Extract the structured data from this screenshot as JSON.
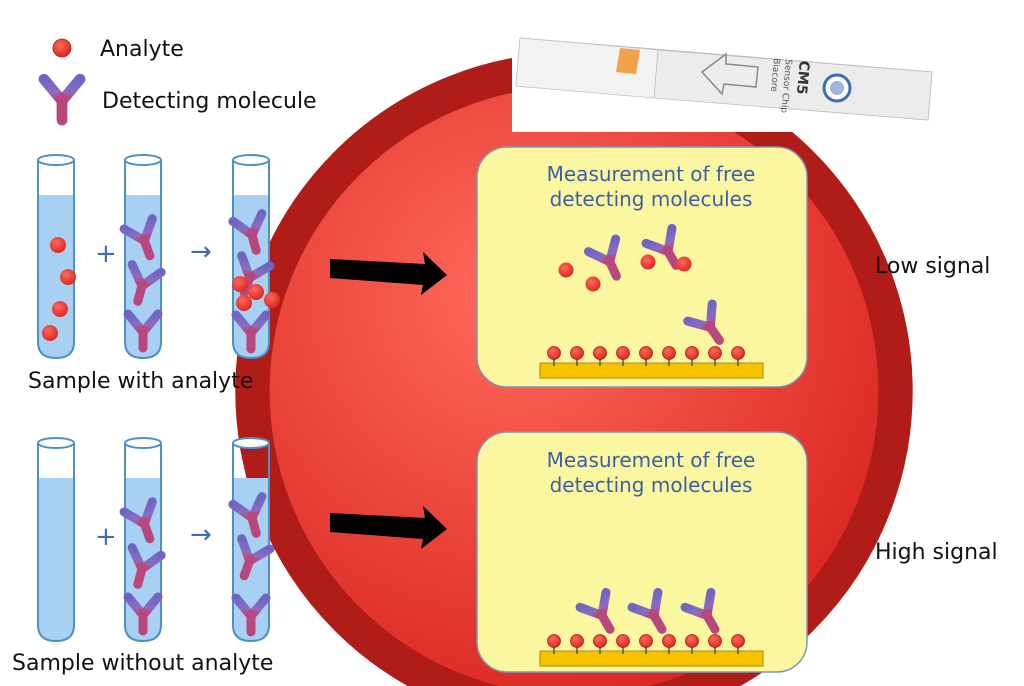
{
  "legend": {
    "analyte_label": "Analyte",
    "detecting_label": "Detecting molecule"
  },
  "sensor_chip": {
    "line1": "Biacore",
    "line2": "Sensor Chip",
    "line3": "CM5"
  },
  "symbols": {
    "plus": "+",
    "arrow": "→"
  },
  "rows": [
    {
      "sample_label": "Sample with analyte",
      "panel_title_line1": "Measurement of free",
      "panel_title_line2": "detecting molecules",
      "signal_label": "Low signal"
    },
    {
      "sample_label": "Sample without analyte",
      "panel_title_line1": "Measurement of free",
      "panel_title_line2": "detecting molecules",
      "signal_label": "High signal"
    }
  ],
  "colors": {
    "analyte": "#e8302a",
    "detecting_molecule": "#7f72c8",
    "detecting_molecule_tip": "#c03a78",
    "tube_liquid": "#a8d0f2",
    "tube_outline": "#4f8fc8",
    "panel_fill": "#fbf7a0",
    "surface": "#f5c300",
    "big_arrow": "#000000"
  }
}
